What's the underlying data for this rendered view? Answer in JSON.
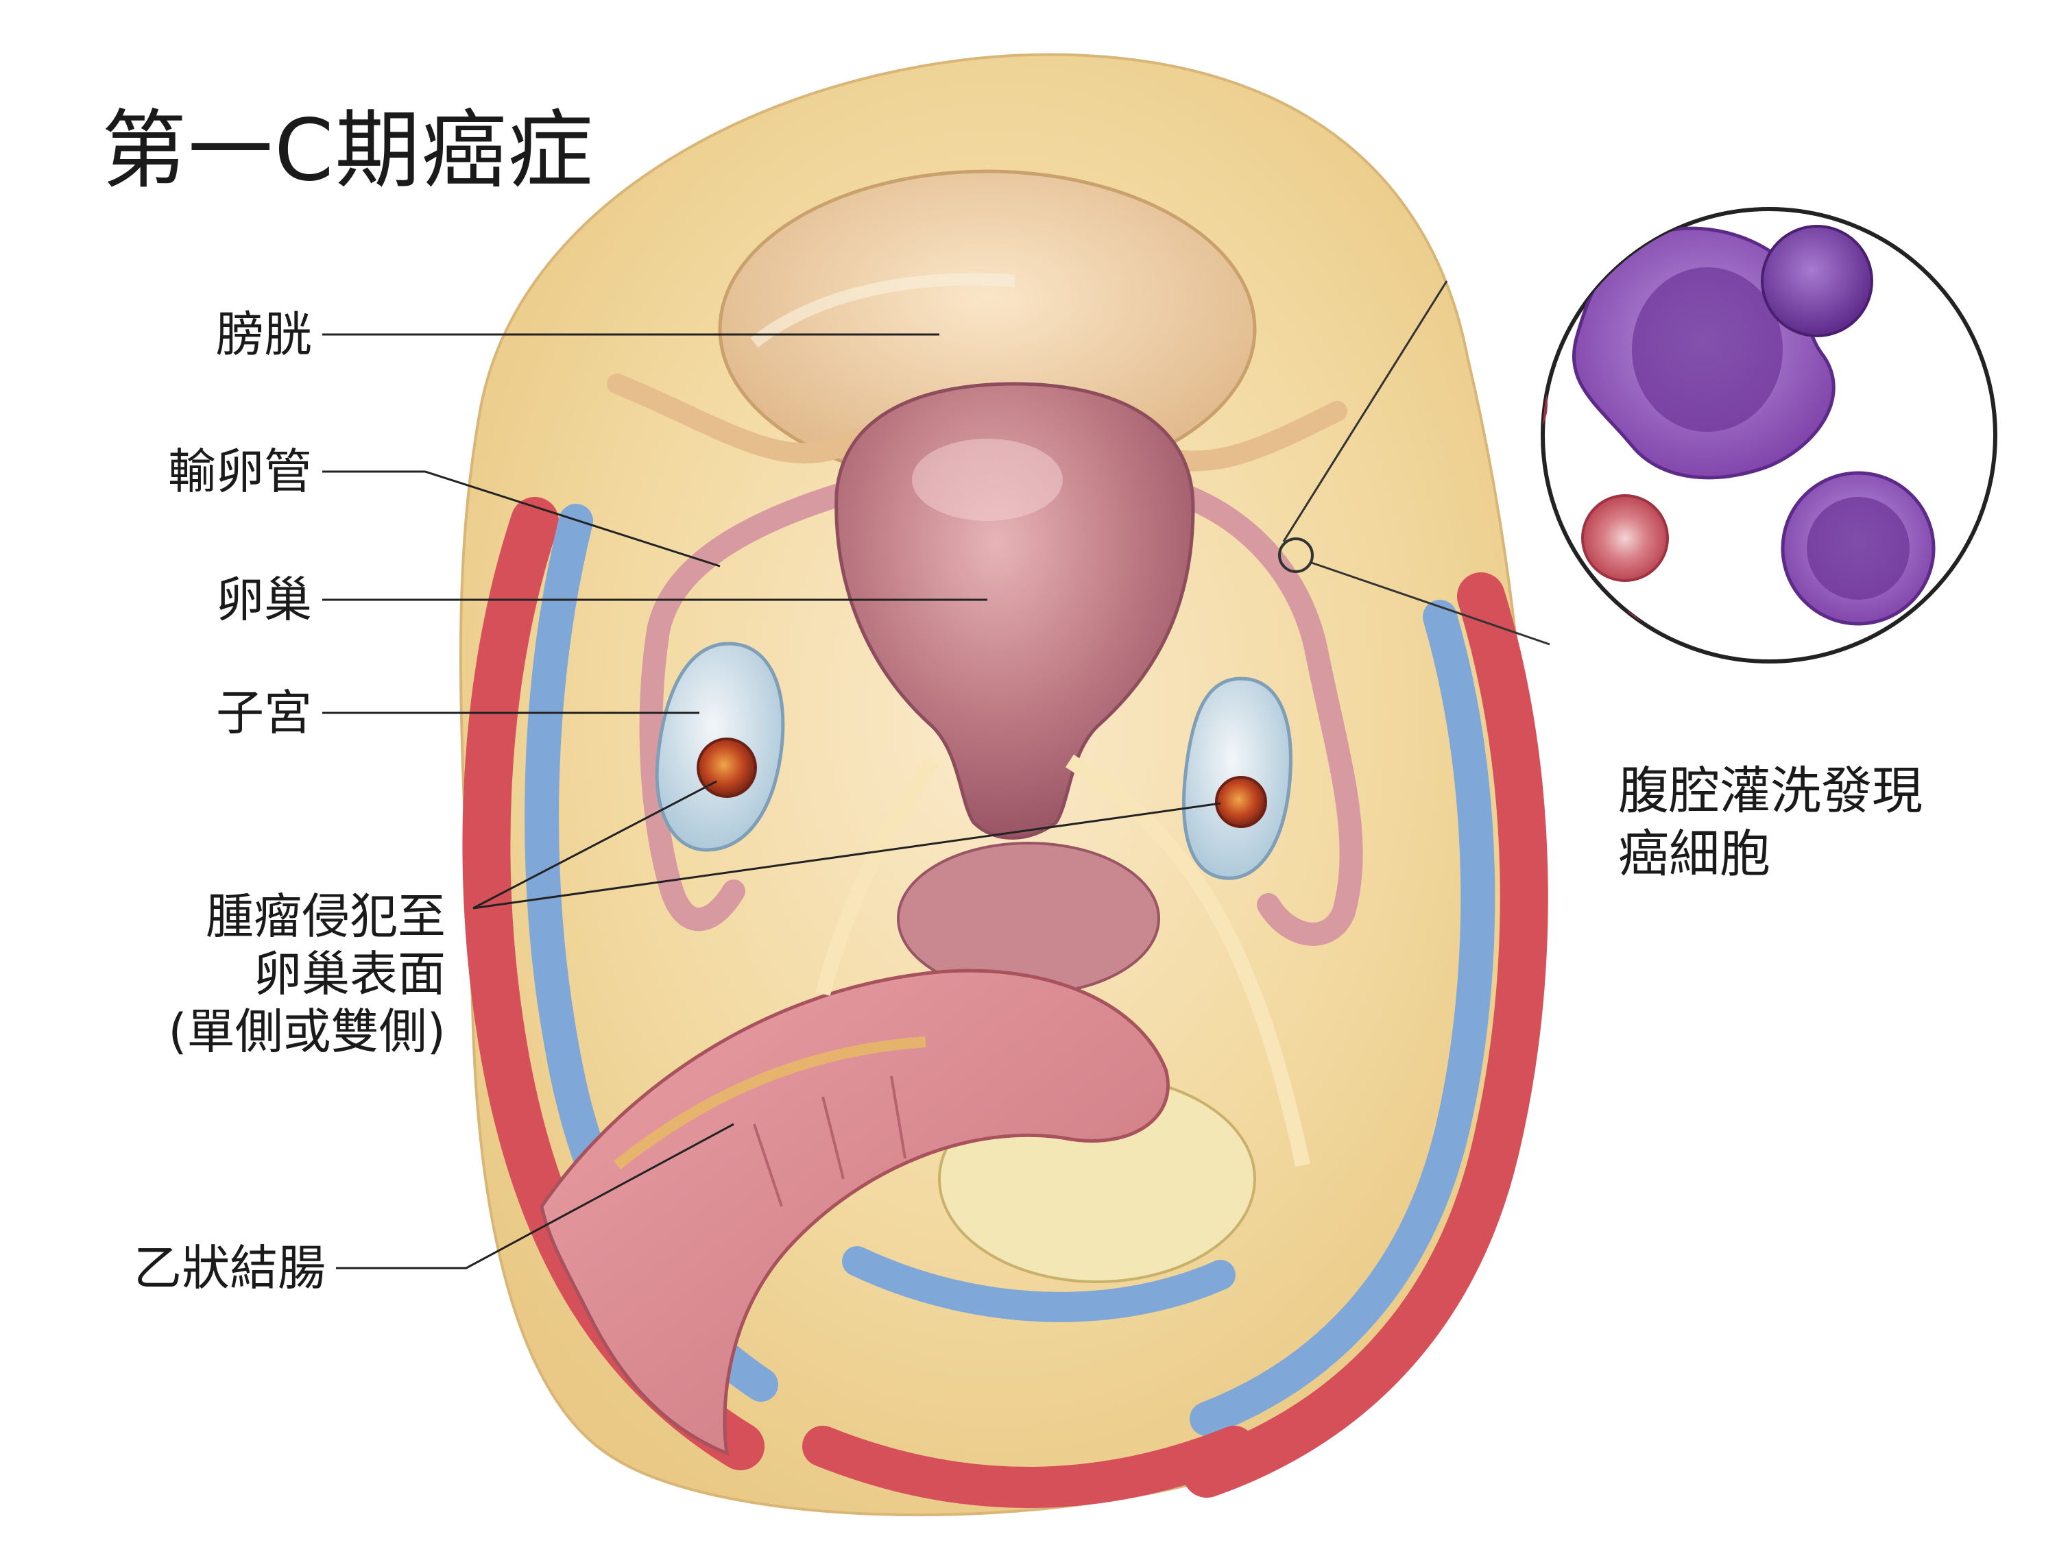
{
  "title": "第一C期癌症",
  "labels": {
    "bladder": "膀胱",
    "fallopian_tube": "輸卵管",
    "ovary": "卵巢",
    "uterus": "子宮",
    "sigmoid_colon": "乙狀結腸"
  },
  "tumor_label": {
    "line1": "腫瘤侵犯至",
    "line2": "卵巢表面",
    "line3": "(單側或雙側)"
  },
  "inset_label": {
    "line1": "腹腔灌洗發現",
    "line2": "癌細胞"
  },
  "colors": {
    "tissue": "#f2d9a0",
    "uterus": "#b56a78",
    "artery": "#d6505a",
    "vein": "#7fa8d8",
    "tumor": "#c0461f",
    "cell_purple": "#7d3fa8",
    "rbc": "#c9505e"
  }
}
